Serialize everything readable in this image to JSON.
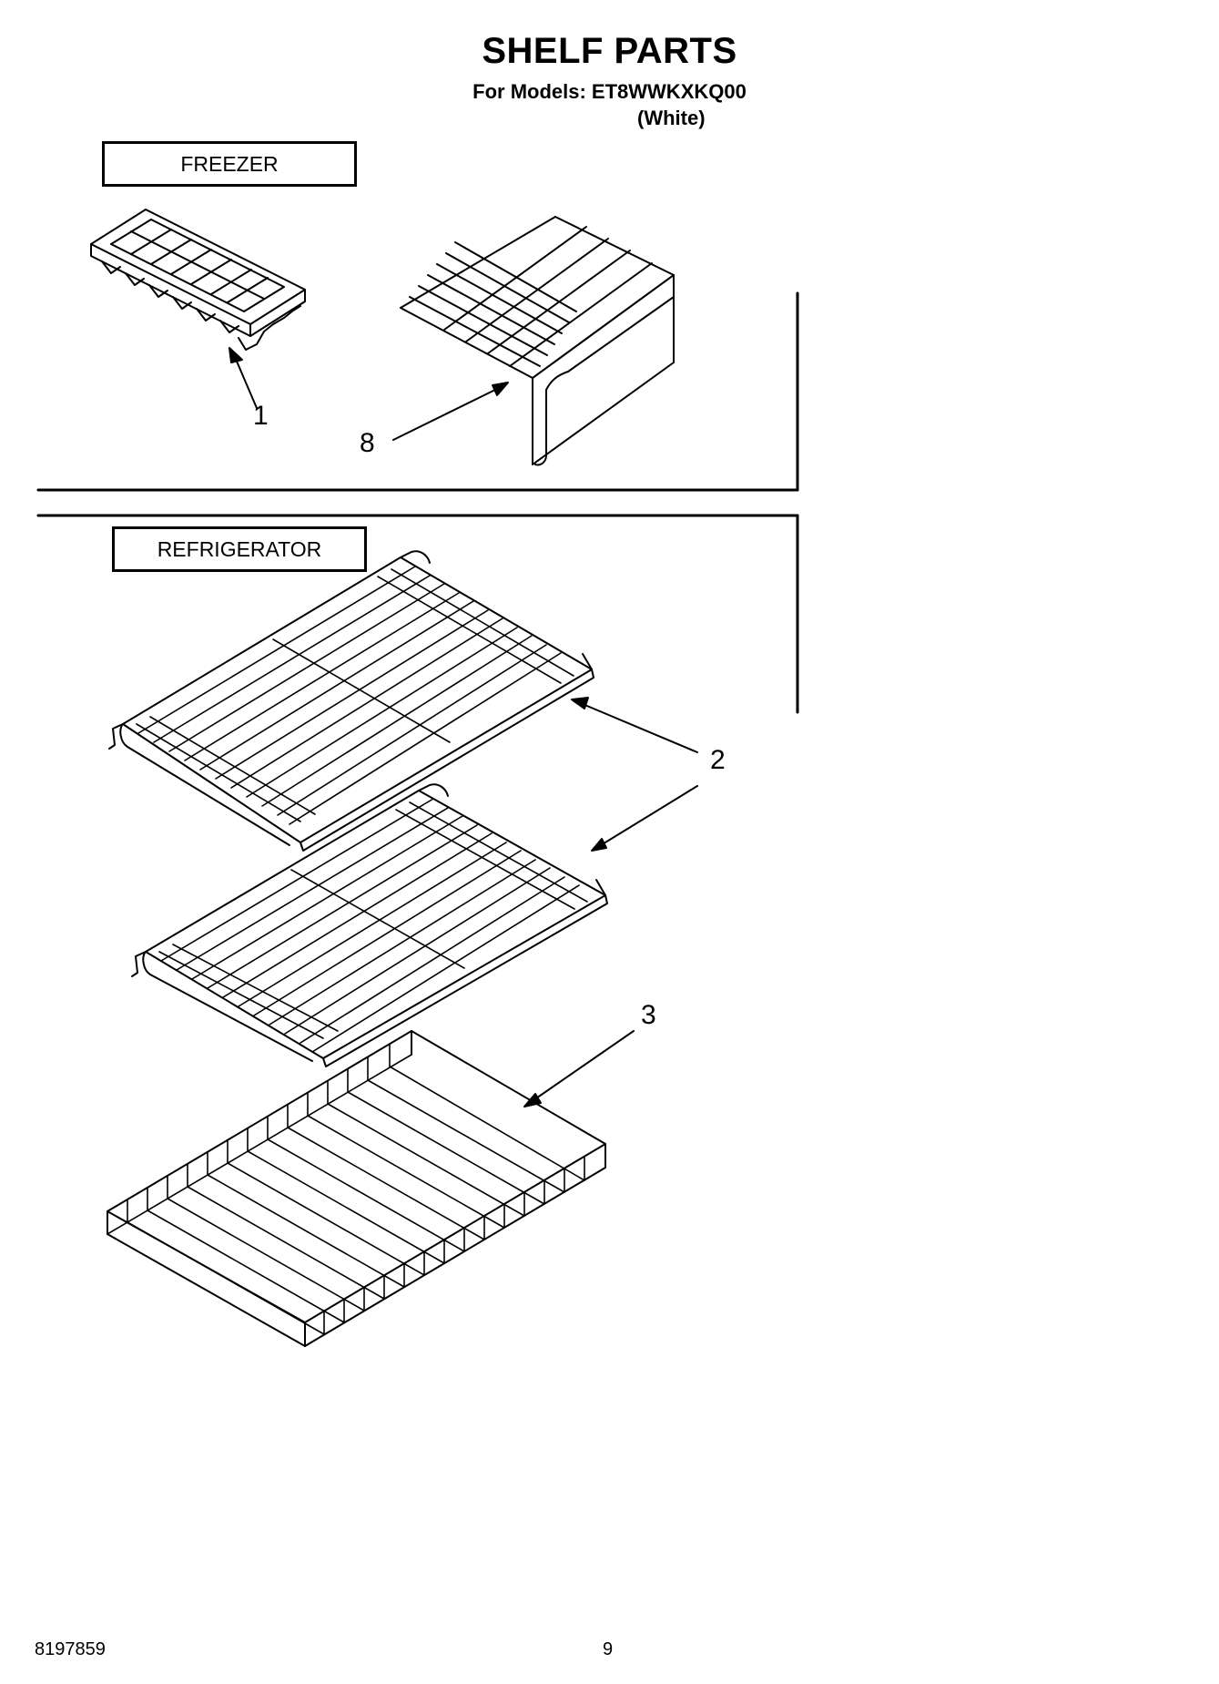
{
  "header": {
    "title": "SHELF PARTS",
    "models_line": "For Models: ET8WWKXKQ00",
    "color_line": "(White)"
  },
  "sections": {
    "freezer": {
      "label": "FREEZER"
    },
    "refrigerator": {
      "label": "REFRIGERATOR"
    }
  },
  "callouts": {
    "ice_tray": "1",
    "freezer_shelf": "8",
    "refrigerator_shelves": "2",
    "crisper_cover_frame": "3"
  },
  "footer": {
    "part_number": "8197859",
    "page_number": "9"
  }
}
